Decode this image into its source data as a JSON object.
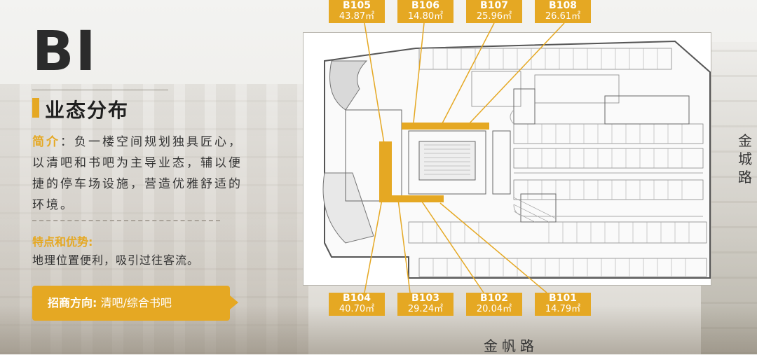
{
  "header": {
    "floor_logo": "BI",
    "section_title": "业态分布"
  },
  "intro": {
    "label": "简介",
    "text": "：负一楼空间规划独具匠心，以清吧和书吧为主导业态，辅以便捷的停车场设施，营造优雅舒适的环境。"
  },
  "features": {
    "label": "特点和优势:",
    "text": "地理位置便利，吸引过往客流。"
  },
  "invest": {
    "label": "招商方向:",
    "value": "清吧/综合书吧"
  },
  "roads": {
    "bottom": "金帆路",
    "right": "金城路"
  },
  "units_top": [
    {
      "code": "B105",
      "area": "43.87㎡"
    },
    {
      "code": "B106",
      "area": "14.80㎡"
    },
    {
      "code": "B107",
      "area": "25.96㎡"
    },
    {
      "code": "B108",
      "area": "26.61㎡"
    }
  ],
  "units_bottom": [
    {
      "code": "B104",
      "area": "40.70㎡"
    },
    {
      "code": "B103",
      "area": "29.24㎡"
    },
    {
      "code": "B102",
      "area": "20.04㎡"
    },
    {
      "code": "B101",
      "area": "14.79㎡"
    }
  ],
  "colors": {
    "accent": "#e5a823",
    "text": "#333333"
  }
}
